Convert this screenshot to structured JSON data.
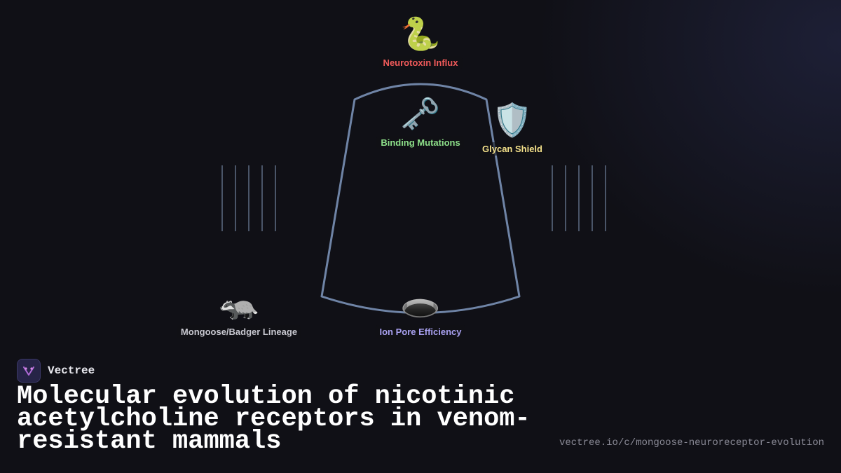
{
  "diagram": {
    "nodes": [
      {
        "id": "neurotoxin",
        "icon": "snake-icon",
        "glyph": "🐍",
        "label": "Neurotoxin Influx",
        "color": "#f05a5a"
      },
      {
        "id": "binding",
        "icon": "key-icon",
        "glyph": "🗝️",
        "label": "Binding Mutations",
        "color": "#8ee08a"
      },
      {
        "id": "glycan",
        "icon": "shield-icon",
        "glyph": "🛡️",
        "label": "Glycan Shield",
        "color": "#f3e08a"
      },
      {
        "id": "mongoose",
        "icon": "badger-icon",
        "glyph": "🦡",
        "label": "Mongoose/Badger Lineage",
        "color": "#c8c8d0"
      },
      {
        "id": "pore",
        "icon": "hole-icon",
        "glyph": "🕳️",
        "label": "Ion Pore Efficiency",
        "color": "#a8a0f0"
      }
    ],
    "receptor_color": "#6f84a6",
    "membrane_color": "#4a5568"
  },
  "brand": {
    "name": "Vectree",
    "logo_icon": "vectree-logo-icon"
  },
  "title": "Molecular evolution of nicotinic acetylcholine receptors in venom-resistant mammals",
  "url": "vectree.io/c/mongoose-neuroreceptor-evolution"
}
